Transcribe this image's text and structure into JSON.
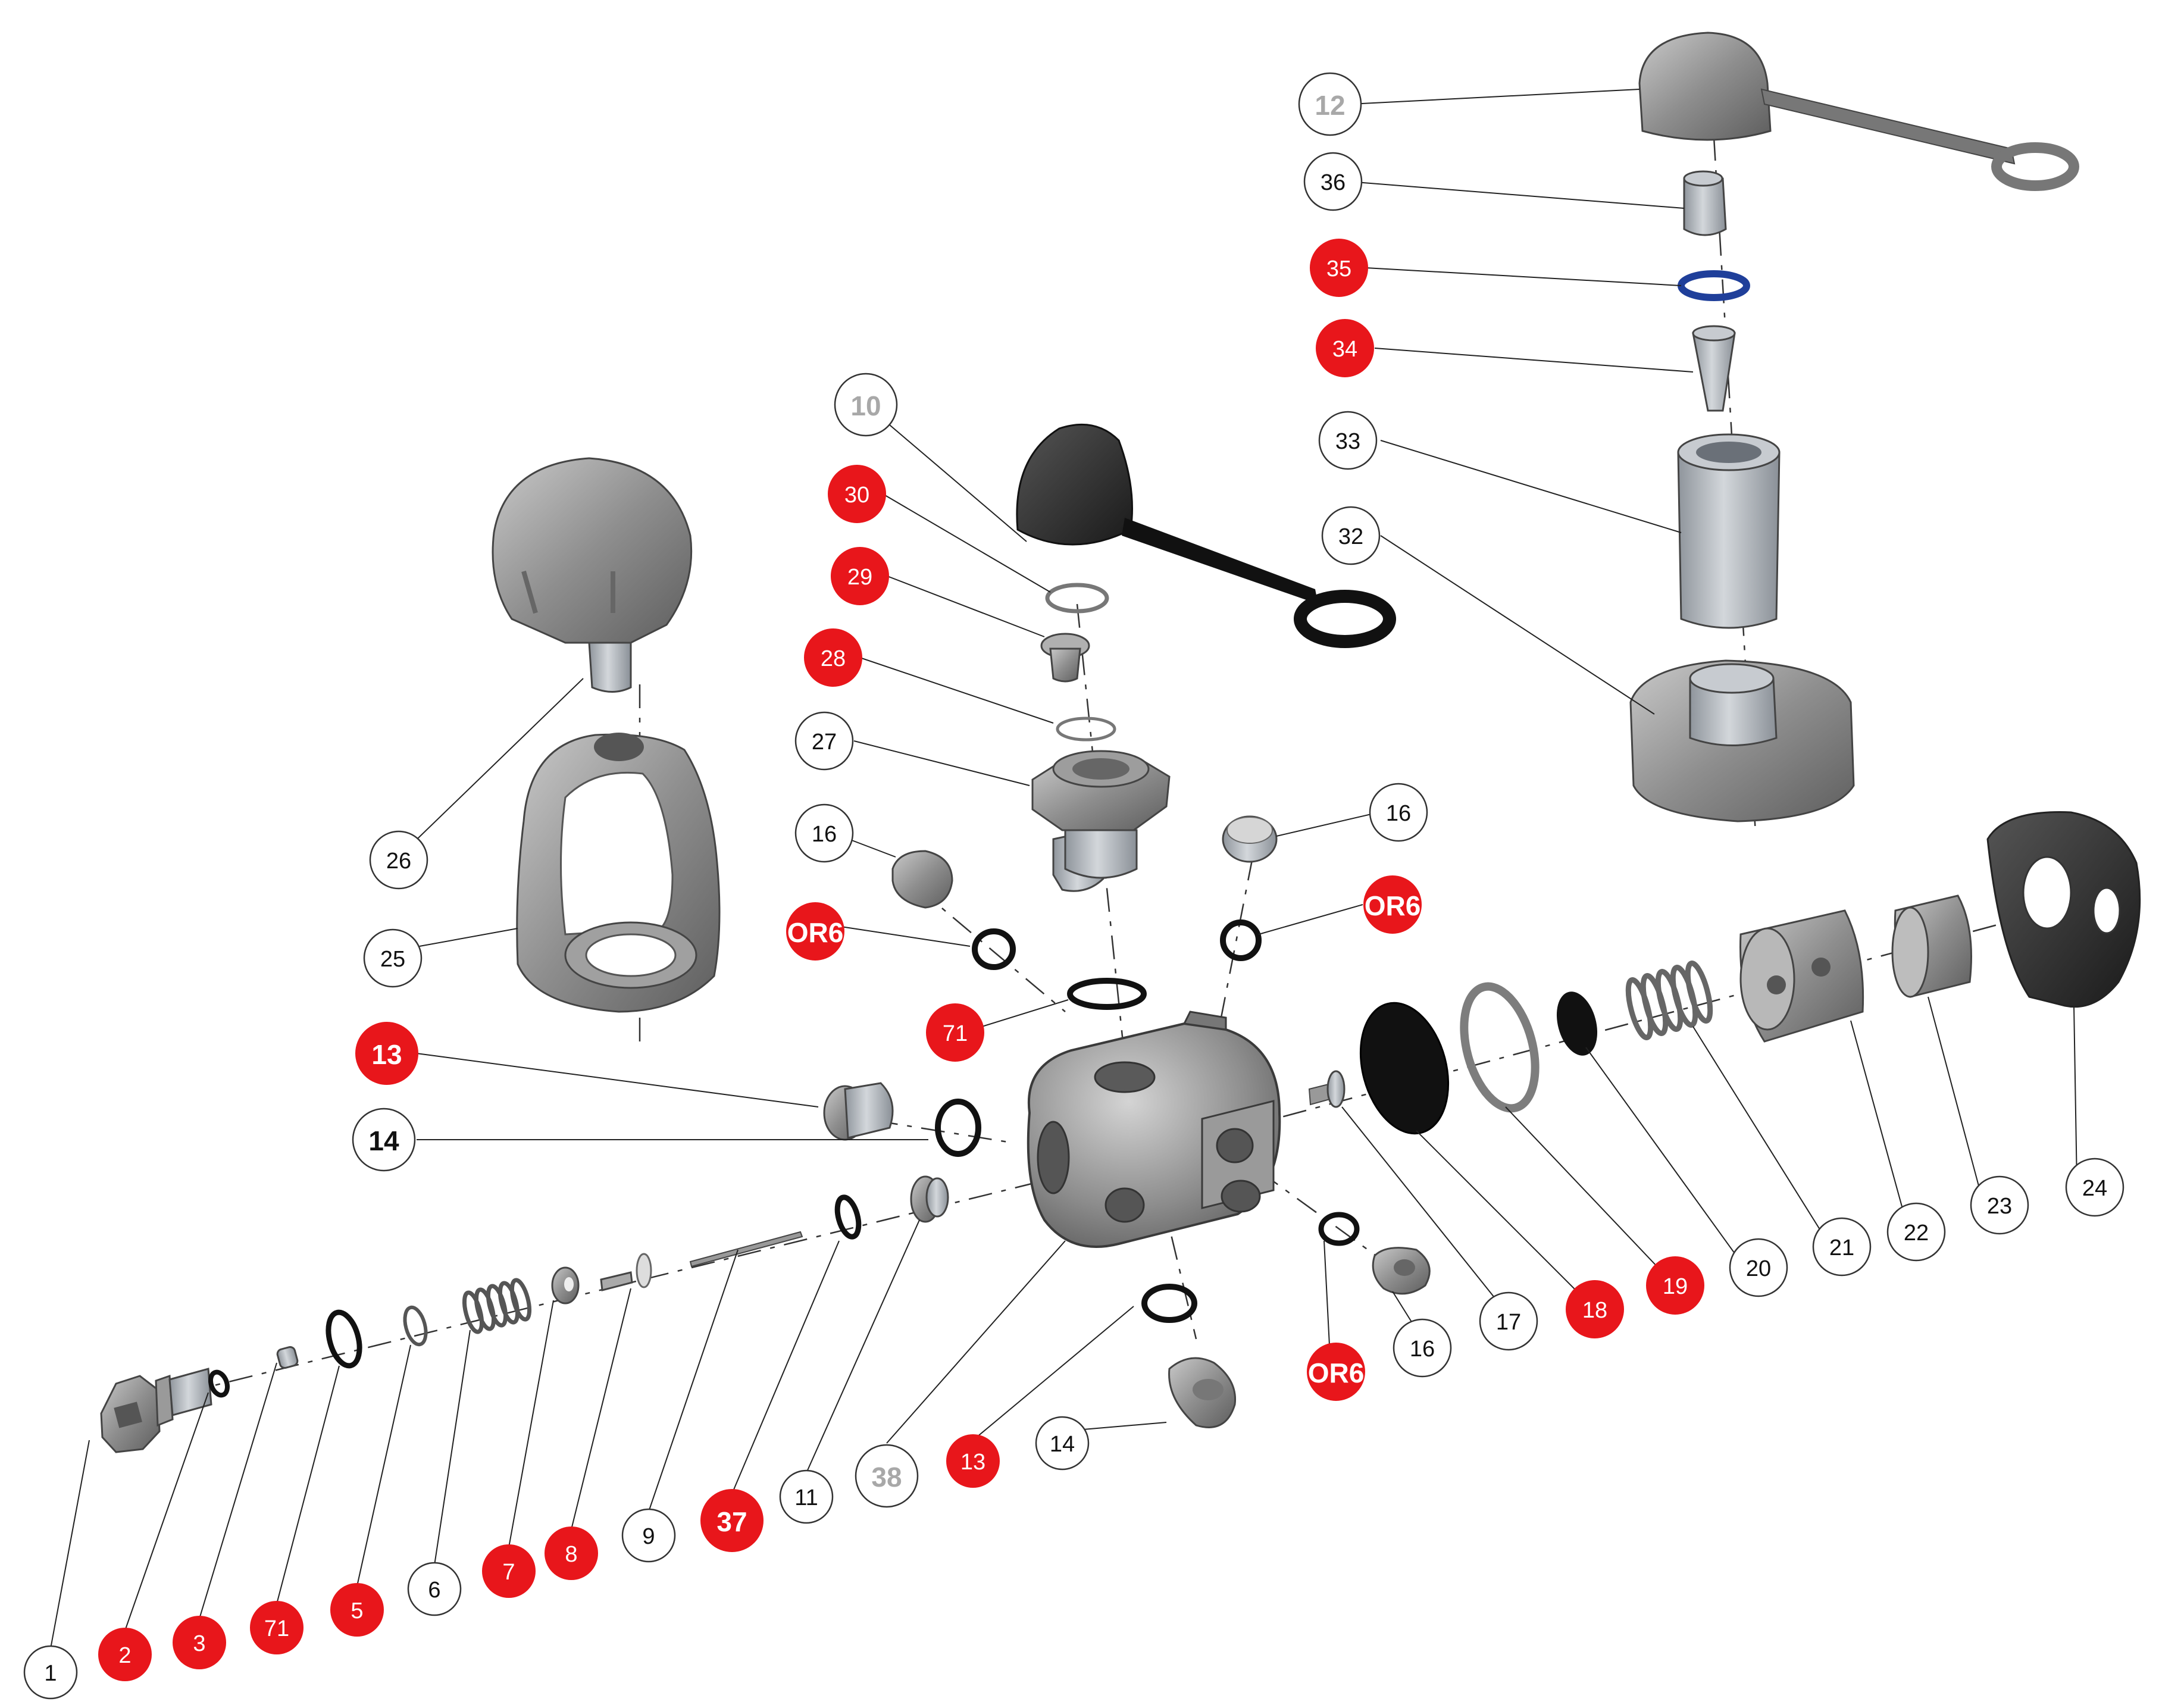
{
  "colors": {
    "callout_red": "#e8161b",
    "callout_white": "#ffffff",
    "callout_grey_text": "#a8a8a8",
    "part_grey": "#8a8a8a",
    "part_light": "#b5b8bc",
    "part_dark": "#1e1e1e",
    "seal_blue": "#1f3f9a"
  },
  "callouts": [
    {
      "text": "1",
      "style": "white"
    },
    {
      "text": "2",
      "style": "red"
    },
    {
      "text": "3",
      "style": "red"
    },
    {
      "text": "71",
      "style": "red"
    },
    {
      "text": "5",
      "style": "red"
    },
    {
      "text": "6",
      "style": "white"
    },
    {
      "text": "7",
      "style": "red"
    },
    {
      "text": "8",
      "style": "red"
    },
    {
      "text": "9",
      "style": "white"
    },
    {
      "text": "37",
      "style": "red"
    },
    {
      "text": "11",
      "style": "white"
    },
    {
      "text": "38",
      "style": "grey"
    },
    {
      "text": "13",
      "style": "red"
    },
    {
      "text": "14",
      "style": "white"
    },
    {
      "text": "13",
      "style": "red"
    },
    {
      "text": "14",
      "style": "white"
    },
    {
      "text": "25",
      "style": "white"
    },
    {
      "text": "26",
      "style": "white"
    },
    {
      "text": "16",
      "style": "white"
    },
    {
      "text": "OR6",
      "style": "red"
    },
    {
      "text": "71",
      "style": "red"
    },
    {
      "text": "27",
      "style": "white"
    },
    {
      "text": "28",
      "style": "red"
    },
    {
      "text": "29",
      "style": "red"
    },
    {
      "text": "30",
      "style": "red"
    },
    {
      "text": "10",
      "style": "grey"
    },
    {
      "text": "16",
      "style": "white"
    },
    {
      "text": "OR6",
      "style": "red"
    },
    {
      "text": "16",
      "style": "white"
    },
    {
      "text": "OR6",
      "style": "red"
    },
    {
      "text": "17",
      "style": "white"
    },
    {
      "text": "18",
      "style": "red"
    },
    {
      "text": "19",
      "style": "red"
    },
    {
      "text": "20",
      "style": "white"
    },
    {
      "text": "21",
      "style": "white"
    },
    {
      "text": "22",
      "style": "white"
    },
    {
      "text": "23",
      "style": "white"
    },
    {
      "text": "24",
      "style": "white"
    },
    {
      "text": "12",
      "style": "grey"
    },
    {
      "text": "36",
      "style": "white"
    },
    {
      "text": "35",
      "style": "red"
    },
    {
      "text": "34",
      "style": "red"
    },
    {
      "text": "33",
      "style": "white"
    },
    {
      "text": "32",
      "style": "white"
    }
  ]
}
